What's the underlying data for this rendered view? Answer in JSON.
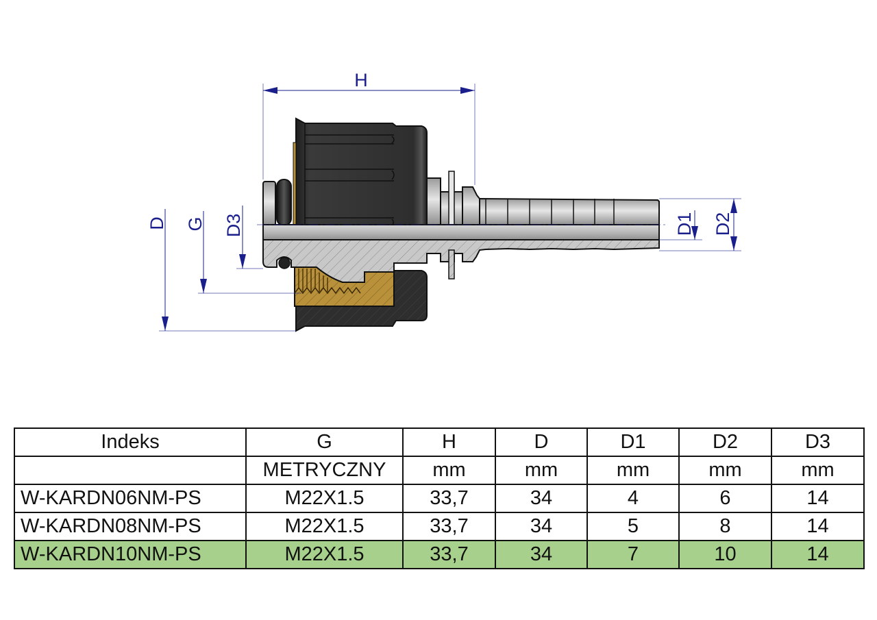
{
  "drawing": {
    "dimension_labels": {
      "H": "H",
      "D": "D",
      "G": "G",
      "D1": "D1",
      "D2": "D2",
      "D3": "D3"
    },
    "colors": {
      "dimension": "#1a1f8c",
      "nut": "#2b2b2b",
      "steel": "#c4c4c4",
      "brass": "#b8913a",
      "highlight": "#a8d08d"
    }
  },
  "table": {
    "headers": [
      "Indeks",
      "G",
      "H",
      "D",
      "D1",
      "D2",
      "D3"
    ],
    "units": [
      "",
      "METRYCZNY",
      "mm",
      "mm",
      "mm",
      "mm",
      "mm"
    ],
    "rows": [
      {
        "indeks": "W-KARDN06NM-PS",
        "g": "M22X1.5",
        "h": "33,7",
        "d": "34",
        "d1": "4",
        "d2": "6",
        "d3": "14",
        "highlighted": false
      },
      {
        "indeks": "W-KARDN08NM-PS",
        "g": "M22X1.5",
        "h": "33,7",
        "d": "34",
        "d1": "5",
        "d2": "8",
        "d3": "14",
        "highlighted": false
      },
      {
        "indeks": "W-KARDN10NM-PS",
        "g": "M22X1.5",
        "h": "33,7",
        "d": "34",
        "d1": "7",
        "d2": "10",
        "d3": "14",
        "highlighted": true
      }
    ]
  }
}
